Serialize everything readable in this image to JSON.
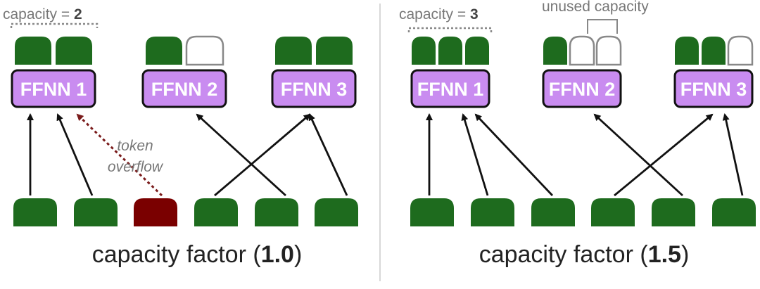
{
  "colors": {
    "token": "#1e6b1e",
    "overflow_token": "#7a0000",
    "expert_fill": "#c98cf0",
    "expert_stroke": "#111111",
    "empty_slot_stroke": "#888888",
    "arrow": "#111111",
    "overflow_arrow": "#7a1b1b",
    "divider": "#cccccc"
  },
  "panels": [
    {
      "capacity_label": "capacity = ",
      "capacity_value": "2",
      "factor_label_prefix": "capacity factor (",
      "factor_value": "1.0",
      "factor_label_suffix": ")",
      "experts": [
        {
          "label": "FFNN 1",
          "slots_filled": 2,
          "slots_total": 2
        },
        {
          "label": "FFNN 2",
          "slots_filled": 1,
          "slots_total": 2
        },
        {
          "label": "FFNN 3",
          "slots_filled": 2,
          "slots_total": 2
        }
      ],
      "tokens": [
        {
          "target": 0,
          "overflow": false
        },
        {
          "target": 0,
          "overflow": false
        },
        {
          "target": 0,
          "overflow": true
        },
        {
          "target": 2,
          "overflow": false
        },
        {
          "target": 1,
          "overflow": false
        },
        {
          "target": 2,
          "overflow": false
        }
      ],
      "annotations": {
        "overflow_line1": "token",
        "overflow_line2": "overflow"
      }
    },
    {
      "capacity_label": "capacity = ",
      "capacity_value": "3",
      "factor_label_prefix": "capacity factor (",
      "factor_value": "1.5",
      "factor_label_suffix": ")",
      "experts": [
        {
          "label": "FFNN 1",
          "slots_filled": 3,
          "slots_total": 3
        },
        {
          "label": "FFNN 2",
          "slots_filled": 1,
          "slots_total": 3
        },
        {
          "label": "FFNN 3",
          "slots_filled": 2,
          "slots_total": 3
        }
      ],
      "tokens": [
        {
          "target": 0,
          "overflow": false
        },
        {
          "target": 0,
          "overflow": false
        },
        {
          "target": 0,
          "overflow": false
        },
        {
          "target": 2,
          "overflow": false
        },
        {
          "target": 1,
          "overflow": false
        },
        {
          "target": 2,
          "overflow": false
        }
      ],
      "annotations": {
        "unused_capacity": "unused capacity"
      }
    }
  ]
}
